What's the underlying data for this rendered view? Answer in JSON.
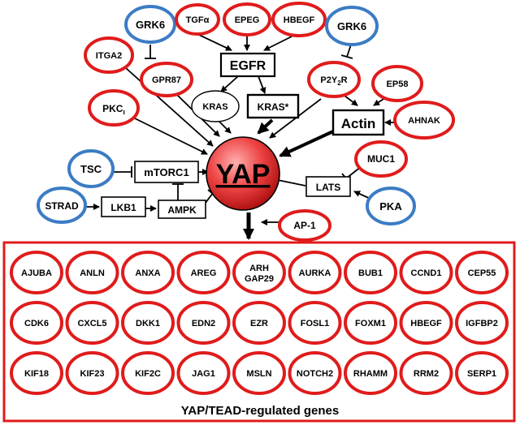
{
  "center": {
    "label": "YAP"
  },
  "nodes": {
    "grk6_left": "GRK6",
    "tgfa": "TGFα",
    "epeg": "EPEG",
    "hbegf": "HBEGF",
    "grk6_right": "GRK6",
    "itga2": "ITGA2",
    "egfr": "EGFR",
    "gpr87": "GPR87",
    "p2y2r": "P2Y",
    "p2y2r_sub1": "2",
    "p2y2r_mid": "R",
    "ep58": "EP58",
    "pkc": "PKC",
    "pkc_sub": "ι",
    "kras": "KRAS",
    "kras_star": "KRAS*",
    "actin": "Actin",
    "ahnak": "AHNAK",
    "tsc": "TSC",
    "mtorc1": "mTORC1",
    "muc1": "MUC1",
    "lats": "LATS",
    "strad": "STRAD",
    "lkb1": "LKB1",
    "ampk": "AMPK",
    "pka": "PKA",
    "ap1": "AP-1"
  },
  "genes": {
    "title": "YAP/TEAD-regulated genes",
    "rows": [
      [
        "AJUBA",
        "ANLN",
        "ANXA",
        "AREG",
        "ARH\nGAP29",
        "AURKA",
        "BUB1",
        "CCND1",
        "CEP55"
      ],
      [
        "CDK6",
        "CXCL5",
        "DKK1",
        "EDN2",
        "EZR",
        "FOSL1",
        "FOXM1",
        "HBEGF",
        "IGFBP2"
      ],
      [
        "KIF18",
        "KIF23",
        "KIF2C",
        "JAG1",
        "MSLN",
        "NOTCH2",
        "RHAMM",
        "RRM2",
        "SERP1"
      ]
    ]
  },
  "colors": {
    "activator": "#e01b1b",
    "inhibitor": "#3b7cc4",
    "yap_fill": "#ee4444"
  }
}
